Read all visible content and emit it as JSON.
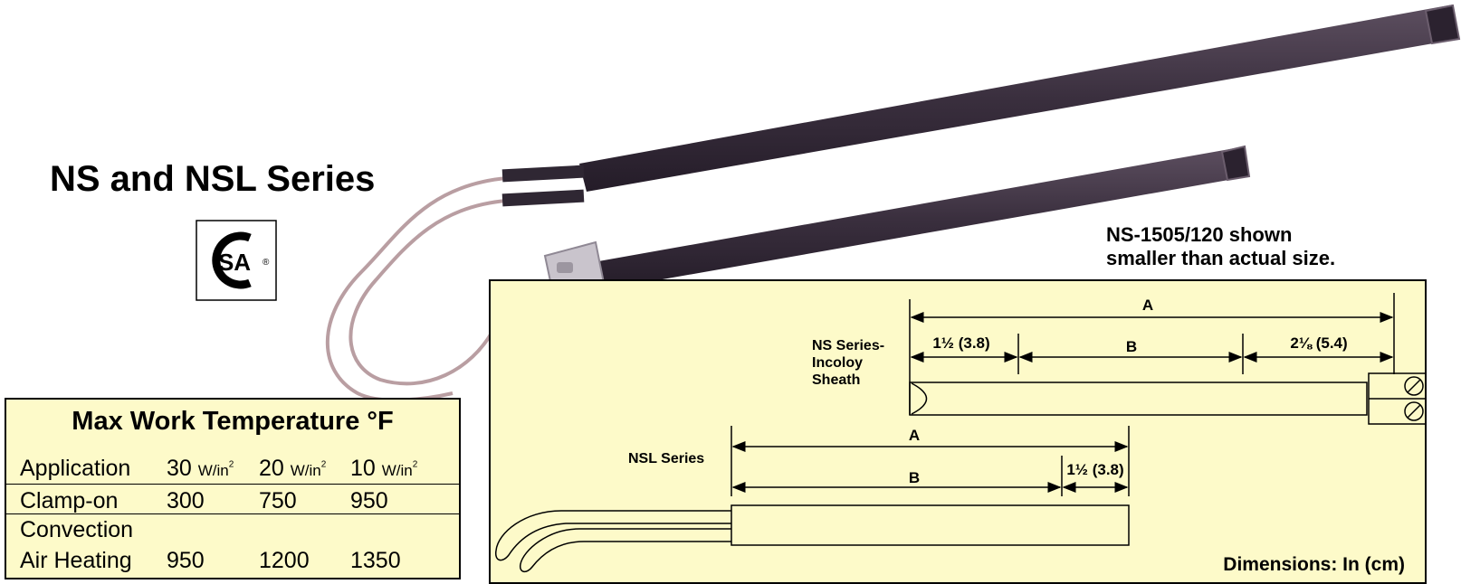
{
  "title": "NS and NSL Series",
  "logo": {
    "name": "csa-certification-logo",
    "letters": "SA",
    "registered": "®"
  },
  "caption": {
    "line1": "NS-1505/120 shown",
    "line2": "smaller than actual size."
  },
  "drawing": {
    "ns": {
      "label_line1": "NS Series-",
      "label_line2": "Incoloy",
      "label_line3": "Sheath",
      "dim_a": "A",
      "dim_b": "B",
      "dim_left": "1½ (3.8)",
      "dim_right": "2⅛ (5.4)"
    },
    "nsl": {
      "label": "NSL Series",
      "dim_a": "A",
      "dim_b": "B",
      "dim_right": "1½ (3.8)"
    },
    "units_note": "Dimensions: In (cm)"
  },
  "temperature_table": {
    "title": "Max Work Temperature °F",
    "header": {
      "label": "Application",
      "c1": "30",
      "c2": "20",
      "c3": "10",
      "unit": "W/in",
      "unit_exp": "2"
    },
    "rows": [
      {
        "label": "Clamp-on",
        "v1": "300",
        "v2": "750",
        "v3": "950"
      },
      {
        "label": "Convection",
        "label2": "Air Heating",
        "v1": "950",
        "v2": "1200",
        "v3": "1350"
      }
    ]
  },
  "colors": {
    "panel": "#fdfac9",
    "heater": "#3a2f3e",
    "wire": "#b99ea2"
  }
}
